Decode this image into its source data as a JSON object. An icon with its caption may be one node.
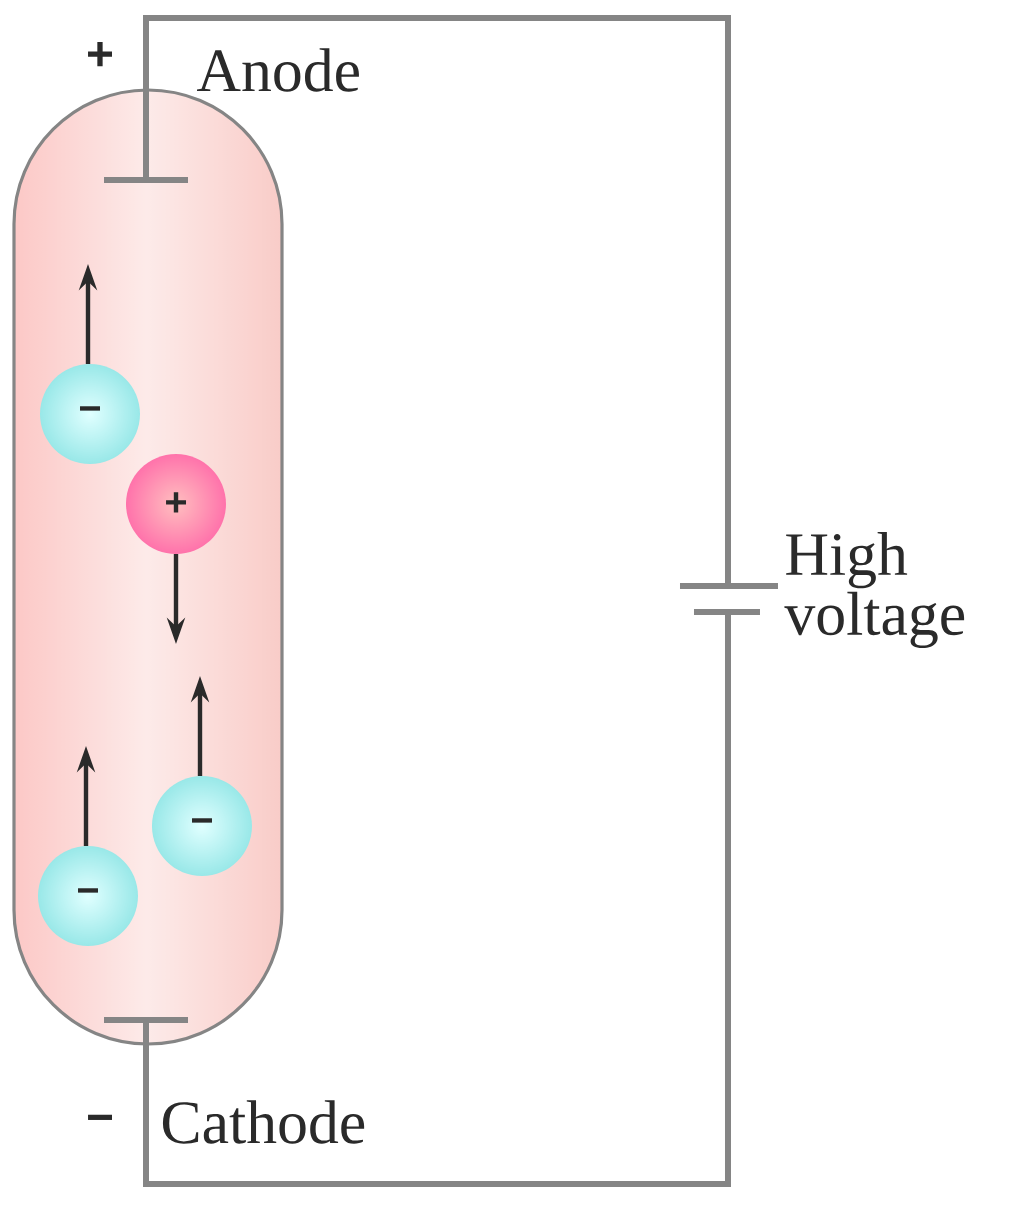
{
  "diagram": {
    "nodes": [
      {
        "text": [],
        "shape": "tube"
      },
      {
        "text": [
          "−"
        ],
        "in": 0
      },
      {
        "text": [
          "+"
        ],
        "in": 0
      },
      {
        "text": [
          "−"
        ],
        "in": 0
      },
      {
        "text": [
          "−"
        ],
        "in": 0
      }
    ],
    "labels": [
      "+",
      "Anode",
      "High voltage",
      "−",
      "Cathode"
    ]
  }
}
